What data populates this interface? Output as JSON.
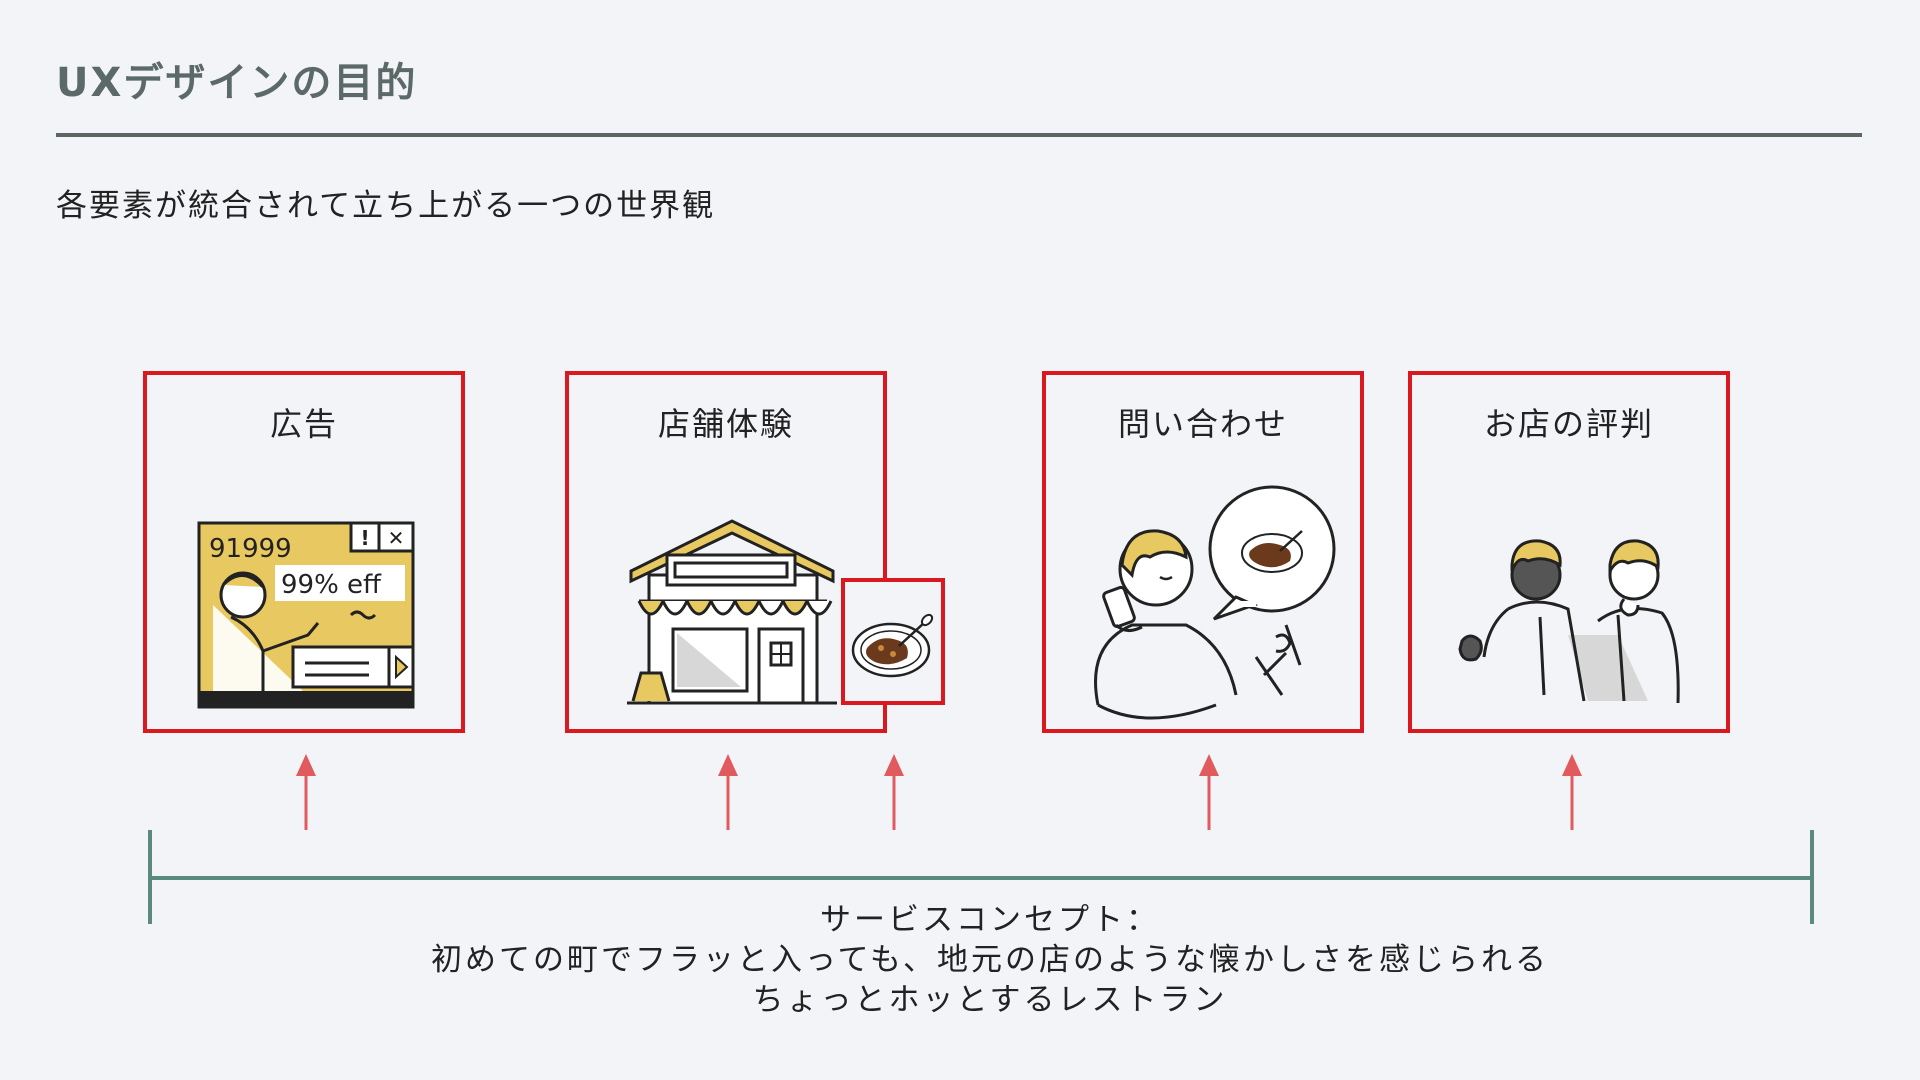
{
  "page": {
    "title": "UXデザインの目的",
    "subtitle": "各要素が統合されて立ち上がる一つの世界観"
  },
  "cards": [
    {
      "label": "広告",
      "icon": "advertisement-illustration-icon"
    },
    {
      "label": "店舗体験",
      "icon": "storefront-illustration-icon"
    },
    {
      "label": "問い合わせ",
      "icon": "phone-inquiry-illustration-icon"
    },
    {
      "label": "お店の評判",
      "icon": "reputation-conversation-illustration-icon"
    }
  ],
  "extra_card": {
    "icon": "curry-plate-icon"
  },
  "concept": {
    "line1": "サービスコンセプト：",
    "line2": "初めての町でフラッと入っても、地元の店のような懐かしさを感じられる",
    "line3": "ちょっとホッとするレストラン"
  },
  "ad_screen_text": {
    "line1": "91999",
    "line2": "99% eff"
  },
  "colors": {
    "frame": "#d9181f",
    "arrow": "#e05a5e",
    "timeline": "#5a8a7e",
    "title": "#5c6a67",
    "accent_yellow": "#e8c860"
  }
}
